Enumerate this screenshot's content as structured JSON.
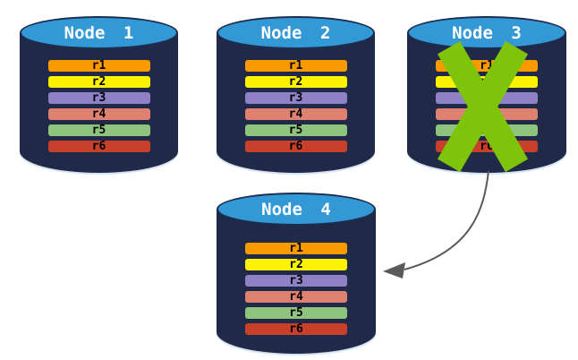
{
  "diagram": {
    "description": "Four database node cylinders; Node 3 is crossed out and an arrow points from Node 3 to Node 4",
    "colors": {
      "background": "#ffffff",
      "cylinder_body": "#202A48",
      "cylinder_top": "#3399D6",
      "cylinder_outline": "#1C2E50",
      "failure_x": "#7DC40A",
      "arrow": "#595959",
      "title_text": "#ffffff",
      "row_text": "#000000"
    },
    "nodes": [
      {
        "title": "Node 1",
        "failed": false,
        "rows": [
          {
            "label": "r1",
            "color": "#F89A00"
          },
          {
            "label": "r2",
            "color": "#FDF200"
          },
          {
            "label": "r3",
            "color": "#8E81C6"
          },
          {
            "label": "r4",
            "color": "#DF8170"
          },
          {
            "label": "r5",
            "color": "#8FC47E"
          },
          {
            "label": "r6",
            "color": "#C8402A"
          }
        ]
      },
      {
        "title": "Node 2",
        "failed": false,
        "rows": [
          {
            "label": "r1",
            "color": "#F89A00"
          },
          {
            "label": "r2",
            "color": "#FDF200"
          },
          {
            "label": "r3",
            "color": "#8E81C6"
          },
          {
            "label": "r4",
            "color": "#DF8170"
          },
          {
            "label": "r5",
            "color": "#8FC47E"
          },
          {
            "label": "r6",
            "color": "#C8402A"
          }
        ]
      },
      {
        "title": "Node 3",
        "failed": true,
        "rows": [
          {
            "label": "r1",
            "color": "#F89A00"
          },
          {
            "label": "r2",
            "color": "#FDF200"
          },
          {
            "label": "r3",
            "color": "#8E81C6"
          },
          {
            "label": "r4",
            "color": "#DF8170"
          },
          {
            "label": "r5",
            "color": "#8FC47E"
          },
          {
            "label": "r6",
            "color": "#C8402A"
          }
        ]
      },
      {
        "title": "Node 4",
        "failed": false,
        "rows": [
          {
            "label": "r1",
            "color": "#F89A00"
          },
          {
            "label": "r2",
            "color": "#FDF200"
          },
          {
            "label": "r3",
            "color": "#8E81C6"
          },
          {
            "label": "r4",
            "color": "#DF8170"
          },
          {
            "label": "r5",
            "color": "#8FC47E"
          },
          {
            "label": "r6",
            "color": "#C8402A"
          }
        ]
      }
    ],
    "failure_marker": {
      "node": "Node 3",
      "icon": "x-cross",
      "color": "#7DC40A"
    },
    "arrow": {
      "from": "Node 3",
      "to": "Node 4",
      "color": "#595959"
    }
  }
}
